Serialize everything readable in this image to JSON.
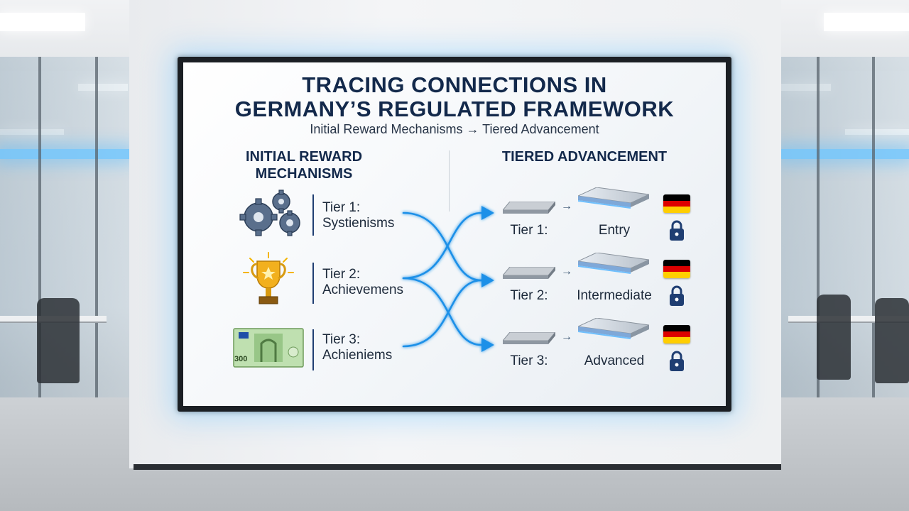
{
  "slide": {
    "title_line1": "TRACING CONNECTIONS IN",
    "title_line2": "GERMANY’S REGULATED FRAMEWORK",
    "subtitle": "Initial Reward Mechanisms → Tiered Advancement"
  },
  "left_column": {
    "heading_line1": "INITIAL REWARD",
    "heading_line2": "MECHANISMS",
    "items": [
      {
        "icon": "gears-icon",
        "line1": "Tier 1:",
        "line2": "Systienisms"
      },
      {
        "icon": "trophy-icon",
        "line1": "Tier 2:",
        "line2": "Achievemens"
      },
      {
        "icon": "euro-banknote-icon",
        "line1": "Tier 3:",
        "line2": "Achieniems",
        "banknote_text": "300"
      }
    ]
  },
  "right_column": {
    "heading": "TIERED ADVANCEMENT",
    "tiers": [
      {
        "tier": "Tier 1:",
        "name": "Entry"
      },
      {
        "tier": "Tier 2:",
        "name": "Intermediate"
      },
      {
        "tier": "Tier 3:",
        "name": "Advanced"
      }
    ],
    "arrow_glyph": "→"
  },
  "colors": {
    "title": "#13294b",
    "flow_arrow": "#1e90e8",
    "flag_black": "#000000",
    "flag_red": "#dd0000",
    "flag_gold": "#ffce00",
    "lock": "#1f3e72"
  }
}
